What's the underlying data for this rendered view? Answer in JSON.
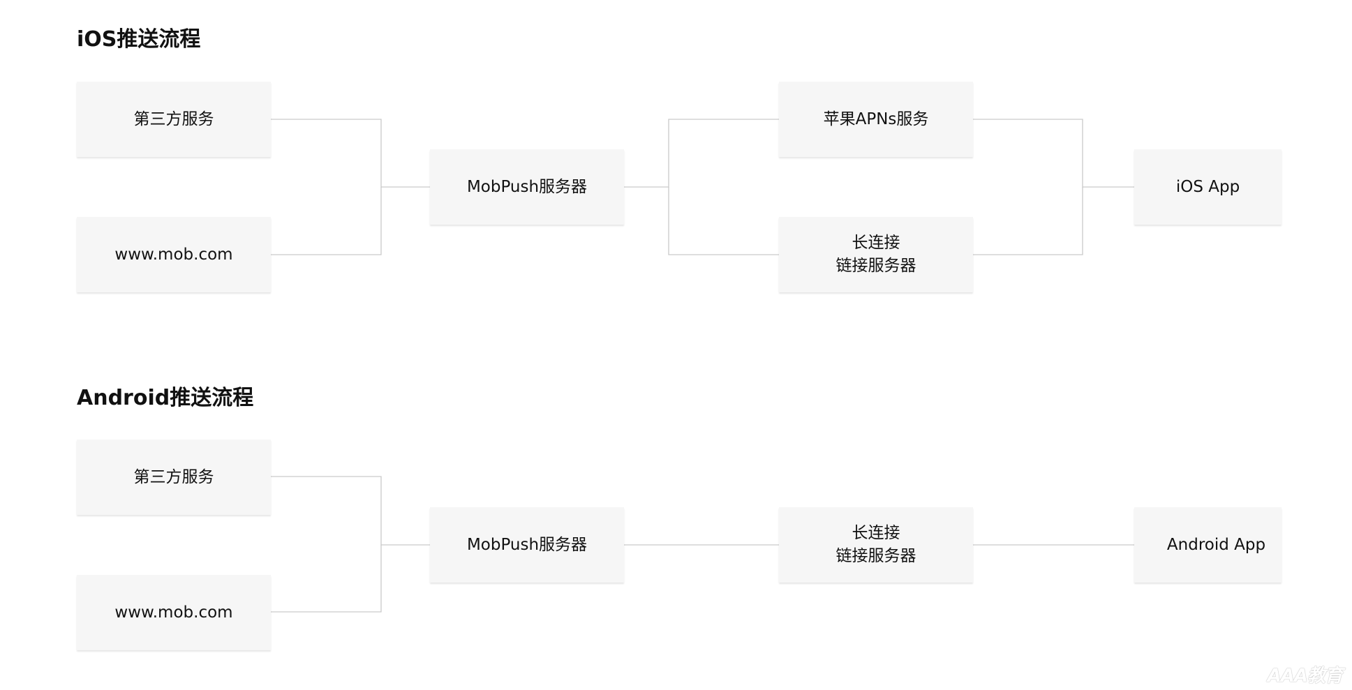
{
  "sections": {
    "ios": {
      "title": "iOS推送流程",
      "nodes": {
        "third_party": "第三方服务",
        "website": "www.mob.com",
        "mobpush_server": "MobPush服务器",
        "apple_apns": "苹果APNs服务",
        "long_connection_line1": "长连接",
        "long_connection_line2": "链接服务器",
        "app": "iOS App"
      }
    },
    "android": {
      "title": "Android推送流程",
      "nodes": {
        "third_party": "第三方服务",
        "website": "www.mob.com",
        "mobpush_server": "MobPush服务器",
        "long_connection_line1": "长连接",
        "long_connection_line2": "链接服务器",
        "app": "Android App"
      }
    }
  },
  "watermark": "AAA教育",
  "colors": {
    "node_background": "#f6f6f6",
    "connector": "#c9c9c9",
    "text": "#111111"
  }
}
